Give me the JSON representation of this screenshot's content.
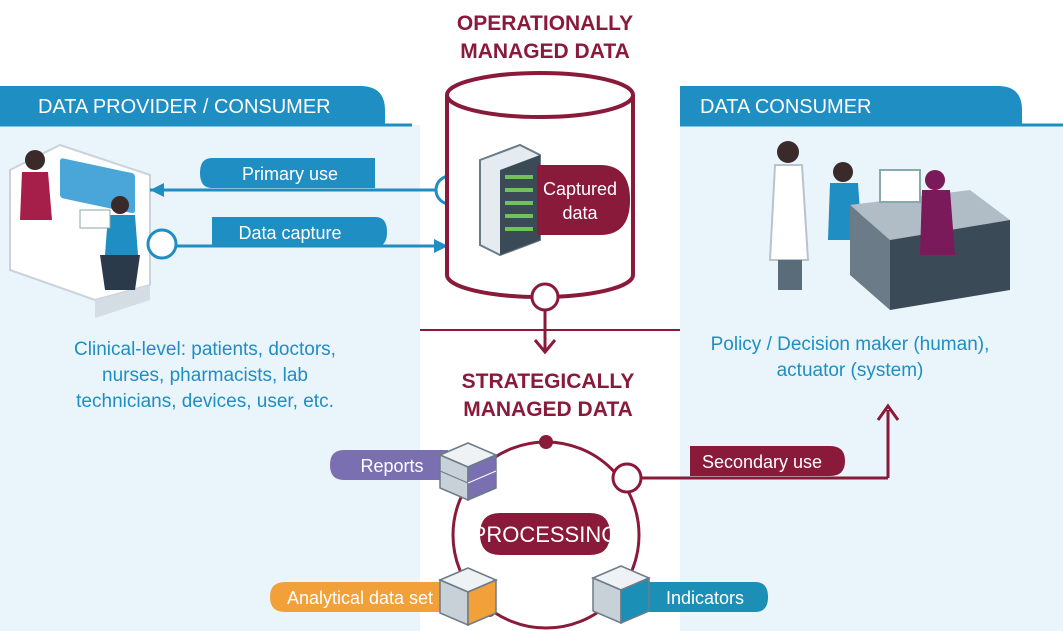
{
  "colors": {
    "blue": "#1e8ec3",
    "blue_light": "#eaf4fb",
    "maroon": "#8a1a3a",
    "purple": "#7a6fb1",
    "orange": "#f2a13a",
    "teal": "#1b8fb6"
  },
  "top_title": {
    "line1": "OPERATIONALLY",
    "line2": "MANAGED DATA"
  },
  "left_panel": {
    "header": "DATA PROVIDER / CONSUMER",
    "desc_line1": "Clinical-level: patients, doctors,",
    "desc_line2": "nurses, pharmacists, lab",
    "desc_line3": "technicians, devices, user, etc."
  },
  "right_panel": {
    "header": "DATA CONSUMER",
    "desc_line1": "Policy / Decision maker (human),",
    "desc_line2": "actuator (system)"
  },
  "flows": {
    "primary_use": "Primary use",
    "data_capture": "Data capture",
    "secondary_use": "Secondary use"
  },
  "database": {
    "label_line1": "Captured",
    "label_line2": "data"
  },
  "strategic": {
    "title_line1": "STRATEGICALLY",
    "title_line2": "MANAGED DATA",
    "processing": "PROCESSING",
    "reports": "Reports",
    "analytical": "Analytical data set",
    "indicators": "Indicators"
  },
  "icons": [
    "clinical-workstation-illustration",
    "server-icon",
    "office-meeting-illustration",
    "server-stack-icon"
  ]
}
